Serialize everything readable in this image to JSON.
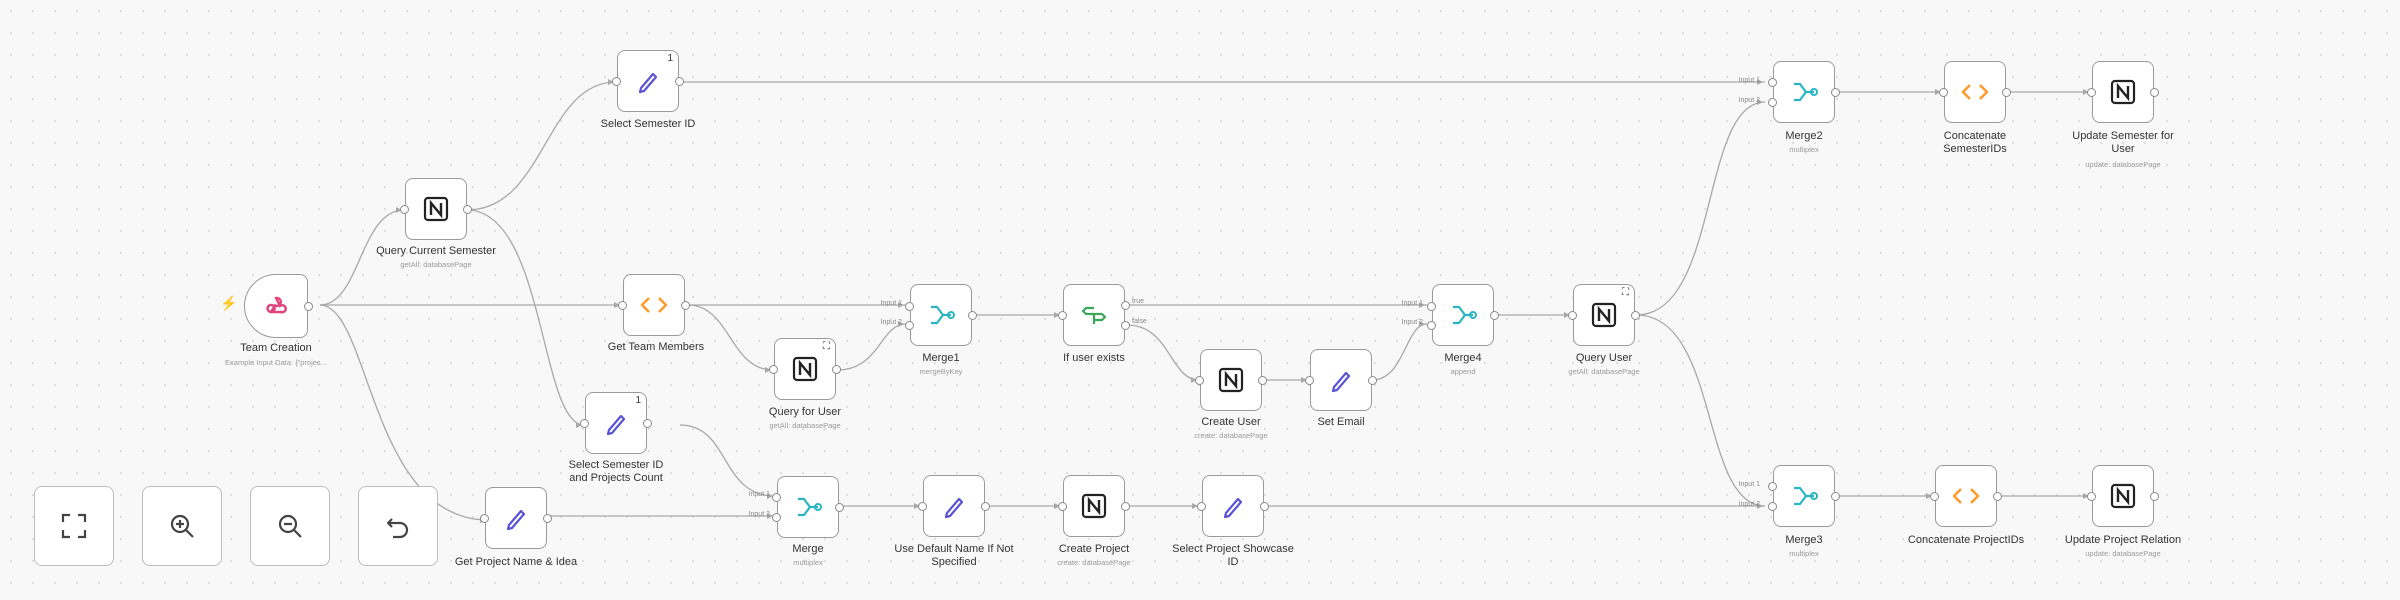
{
  "canvas": {
    "controls": [
      {
        "name": "fit-view",
        "icon": "fit-view-icon"
      },
      {
        "name": "zoom-in",
        "icon": "zoom-in-icon"
      },
      {
        "name": "zoom-out",
        "icon": "zoom-out-icon"
      },
      {
        "name": "undo",
        "icon": "undo-icon"
      }
    ]
  },
  "nodes": {
    "team_creation": {
      "label": "Team Creation",
      "sub": "Example Input Data: {\"projec...",
      "icon": "webhook-icon"
    },
    "query_current_semester": {
      "label": "Query Current Semester",
      "sub": "getAll: databasePage",
      "icon": "notion-icon"
    },
    "select_semester_id": {
      "label": "Select Semester ID",
      "badge": "1",
      "icon": "pencil-icon"
    },
    "get_team_members": {
      "label": "Get Team Members",
      "icon": "code-icon"
    },
    "select_semester_id_projects": {
      "label": "Select Semester ID and Projects Count",
      "badge": "1",
      "icon": "pencil-icon"
    },
    "get_project_name": {
      "label": "Get Project Name & Idea",
      "icon": "pencil-icon"
    },
    "query_for_user": {
      "label": "Query for User",
      "sub": "getAll: databasePage",
      "icon": "notion-icon"
    },
    "merge1": {
      "label": "Merge1",
      "sub": "mergeByKey",
      "icon": "merge-icon",
      "in1": "Input 1",
      "in2": "Input 2"
    },
    "merge": {
      "label": "Merge",
      "sub": "multiplex",
      "icon": "merge-icon",
      "in1": "Input 1",
      "in2": "Input 2"
    },
    "if_user_exists": {
      "label": "If user exists",
      "icon": "if-icon",
      "out_true": "true",
      "out_false": "false"
    },
    "use_default_name": {
      "label": "Use Default Name If Not Specified",
      "icon": "pencil-icon"
    },
    "create_user": {
      "label": "Create User",
      "sub": "create: databasePage",
      "icon": "notion-icon"
    },
    "set_email": {
      "label": "Set Email",
      "icon": "pencil-icon"
    },
    "create_project": {
      "label": "Create Project",
      "sub": "create: databasePage",
      "icon": "notion-icon"
    },
    "merge4": {
      "label": "Merge4",
      "sub": "append",
      "icon": "merge-icon",
      "in1": "Input 1",
      "in2": "Input 2"
    },
    "select_project_showcase": {
      "label": "Select Project Showcase ID",
      "icon": "pencil-icon"
    },
    "query_user": {
      "label": "Query User",
      "sub": "getAll: databasePage",
      "icon": "notion-icon"
    },
    "merge2": {
      "label": "Merge2",
      "sub": "multiplex",
      "icon": "merge-icon",
      "in1": "Input 1",
      "in2": "Input 2"
    },
    "concatenate_semester": {
      "label": "Concatenate SemesterIDs",
      "icon": "code-icon"
    },
    "update_semester": {
      "label": "Update Semester for User",
      "sub": "update: databasePage",
      "icon": "notion-icon"
    },
    "merge3": {
      "label": "Merge3",
      "sub": "multiplex",
      "icon": "merge-icon",
      "in1": "Input 1",
      "in2": "Input 2"
    },
    "concatenate_project": {
      "label": "Concatenate ProjectIDs",
      "icon": "code-icon"
    },
    "update_project": {
      "label": "Update Project Relation",
      "sub": "update: databasePage",
      "icon": "notion-icon"
    }
  },
  "colors": {
    "code": "#ff9a2e",
    "set": "#5b52d6",
    "merge": "#2bb5c4",
    "if": "#3aa65a",
    "webhook": "#e0457b",
    "notion": "#222222",
    "trigger_bolt": "#ff6a4a"
  }
}
